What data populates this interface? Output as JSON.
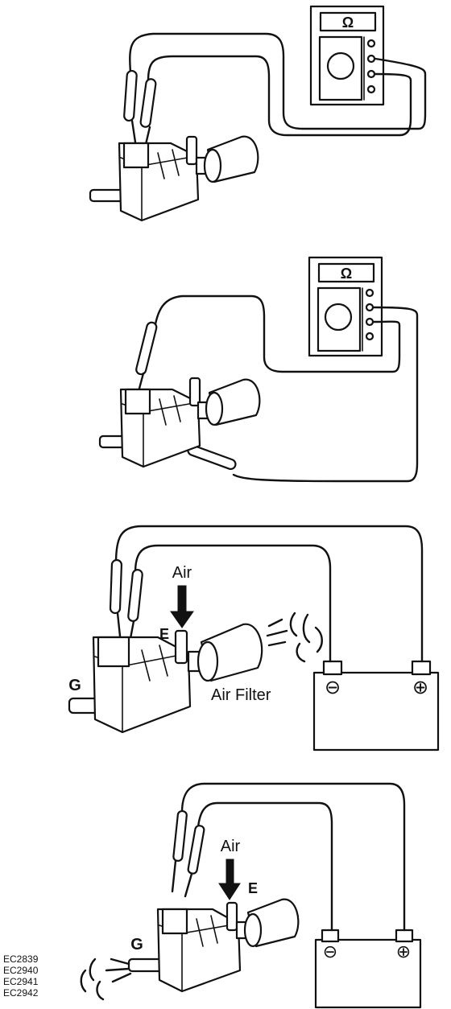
{
  "panels": [
    {
      "id": "panel-1",
      "meter_symbol": "Ω"
    },
    {
      "id": "panel-2",
      "meter_symbol": "Ω"
    },
    {
      "id": "panel-3",
      "labels": {
        "air": "Air",
        "e": "E",
        "g": "G",
        "filter": "Air Filter",
        "neg": "⊖",
        "pos": "⊕"
      }
    },
    {
      "id": "panel-4",
      "labels": {
        "air": "Air",
        "e": "E",
        "g": "G",
        "neg": "⊖",
        "pos": "⊕"
      }
    }
  ],
  "codes": [
    "EC2839",
    "EC2940",
    "EC2941",
    "EC2942"
  ]
}
